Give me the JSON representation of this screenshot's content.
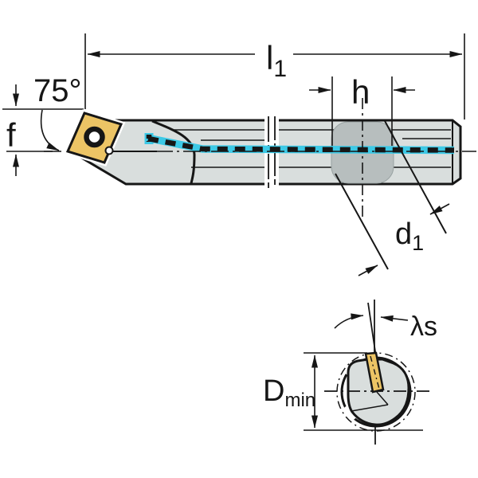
{
  "drawing": {
    "labels": {
      "overall_length": {
        "base": "l",
        "sub": "1"
      },
      "shank_flat_height": "h",
      "entering_angle": "75°",
      "tip_height": "f",
      "bar_diameter": {
        "base": "d",
        "sub": "1"
      },
      "min_bore_diameter": {
        "base": "D",
        "sub": "min"
      },
      "inclination_angle": "λs"
    },
    "colors": {
      "background": "#ffffff",
      "body": "#d9dedd",
      "flat_region": "#b7bebe",
      "insert": "#ecc465",
      "coolant": "#3cc9e6",
      "line": "#161616"
    }
  }
}
